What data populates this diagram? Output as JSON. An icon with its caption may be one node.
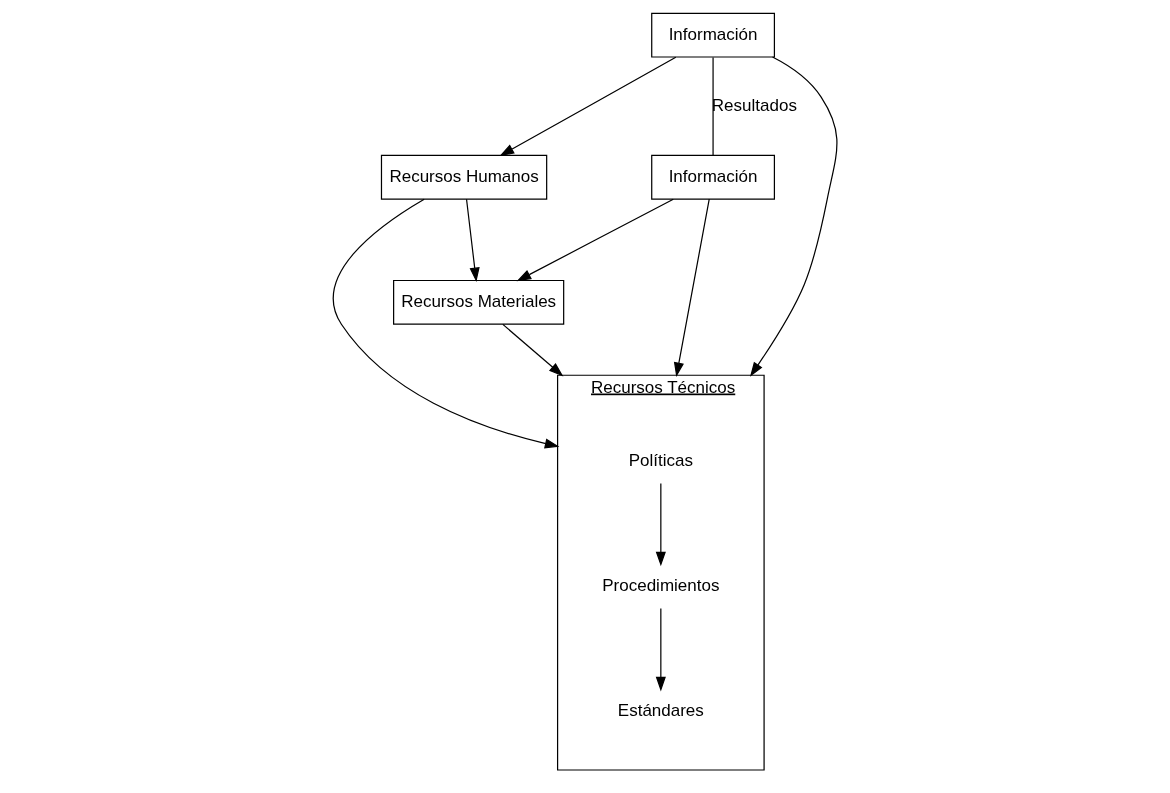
{
  "diagram": {
    "nodes": [
      {
        "text": [
          "Recursos Humanos"
        ]
      },
      {
        "text": [
          "Información"
        ]
      },
      {
        "text": [
          "Recursos Técnicos"
        ]
      },
      {
        "text": [
          "Políticas"
        ],
        "in": 2
      },
      {
        "text": [
          "Procedimientos"
        ],
        "in": 2
      },
      {
        "text": [
          "Estándares"
        ],
        "in": 2
      },
      {
        "text": [
          "Recursos Materiales"
        ]
      },
      {
        "text": [
          "Información"
        ]
      }
    ],
    "edges": [
      {
        "from": 1,
        "to": 0,
        "arrow": "to"
      },
      {
        "from": 0,
        "to": 2,
        "arrow": "to"
      },
      {
        "from": 1,
        "to": 2,
        "arrow": "to"
      },
      {
        "from": 0,
        "to": 6,
        "arrow": "to"
      },
      {
        "from": 3,
        "to": 4,
        "arrow": "to"
      },
      {
        "from": 4,
        "to": 5,
        "arrow": "to"
      },
      {
        "from": 1,
        "to": 7,
        "arrow": "none",
        "label": "Resultados"
      },
      {
        "from": 6,
        "to": 2,
        "arrow": "to"
      },
      {
        "from": 7,
        "to": 2,
        "arrow": "to"
      },
      {
        "from": 7,
        "to": 6,
        "arrow": "to"
      }
    ]
  }
}
